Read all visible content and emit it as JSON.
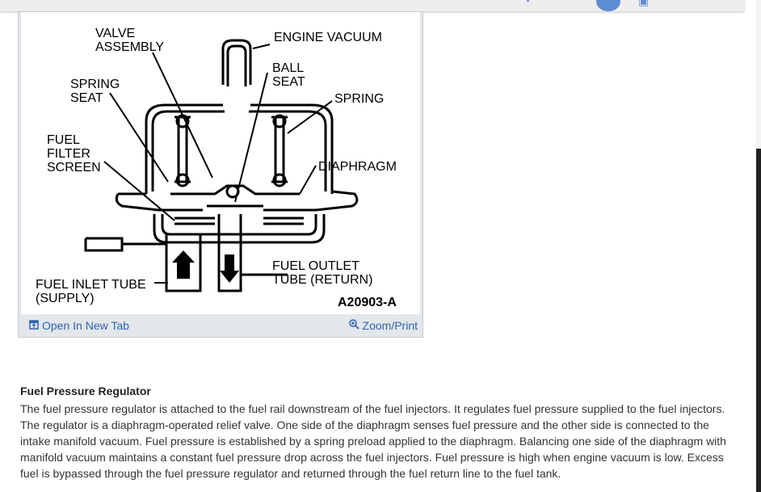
{
  "figure": {
    "labels": {
      "valve_assembly_1": "VALVE",
      "valve_assembly_2": "ASSEMBLY",
      "engine_vacuum": "ENGINE VACUUM",
      "ball_seat_1": "BALL",
      "ball_seat_2": "SEAT",
      "spring_seat_1": "SPRING",
      "spring_seat_2": "SEAT",
      "spring": "SPRING",
      "fuel_filter_1": "FUEL",
      "fuel_filter_2": "FILTER",
      "fuel_filter_3": "SCREEN",
      "diaphragm": "DIAPHRAGM",
      "fuel_outlet_1": "FUEL OUTLET",
      "fuel_outlet_2": "TUBE (RETURN)",
      "fuel_inlet_1": "FUEL INLET TUBE",
      "fuel_inlet_2": "(SUPPLY)",
      "figure_code": "A20903-A"
    },
    "open_tab_label": "Open In New Tab",
    "zoom_label": "Zoom/Print"
  },
  "article": {
    "title": "Fuel Pressure Regulator",
    "body": "The fuel pressure regulator is attached to the fuel rail downstream of the fuel injectors. It regulates fuel pressure supplied to the fuel injectors. The regulator is a diaphragm-operated relief valve. One side of the diaphragm senses fuel pressure and the other side is connected to the intake manifold vacuum. Fuel pressure is established by a spring preload applied to the diaphragm. Balancing one side of the diaphragm with manifold vacuum maintains a constant fuel pressure drop across the fuel injectors. Fuel pressure is high when engine vacuum is low. Excess fuel is bypassed through the fuel pressure regulator and returned through the fuel return line to the fuel tank."
  },
  "colors": {
    "link": "#2f64b2",
    "frame_bg": "#e3e6ea",
    "accent": "#5f8dd3"
  },
  "icons": [
    "open-in-new-tab-icon",
    "zoom-in-icon"
  ]
}
